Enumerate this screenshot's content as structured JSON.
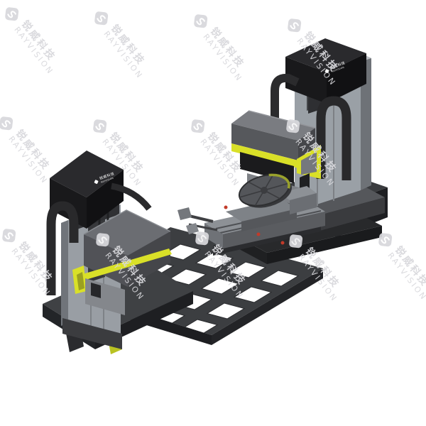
{
  "watermark": {
    "line1": "锐威科技",
    "line2": "RAYVISION",
    "color": "#d8d8dc"
  },
  "brand_plate": {
    "line1": "锐威科技",
    "line2": "RAYVISION",
    "text_color": "#ffffff",
    "plate_color": "#19191b"
  },
  "colors": {
    "accent_yellow": "#d9e028",
    "accent_yellow_dark": "#b9c222",
    "machine_light_gray": "#9aa0a6",
    "machine_mid_gray": "#6b6d72",
    "machine_dark_gray": "#56585c",
    "cabinet_black": "#1c1c1e",
    "base_plate_gray": "#3c3e41",
    "base_edge_dark": "#232427",
    "red_accent": "#c23b2a",
    "watermark_gray": "#d8d8dc",
    "background": "#ffffff"
  },
  "scene": {
    "left_machine": "vertical-machining-center",
    "right_machine": "vertical-machining-center",
    "center_fixture": "tilting-rotary-table-on-cross-slide",
    "base": "grid-plate-with-rectangular-cutouts"
  }
}
